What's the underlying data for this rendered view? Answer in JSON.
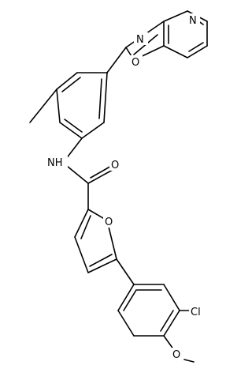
{
  "structure": {
    "atom_labels": {
      "n_pyridine": "N",
      "n_oxazole": "N",
      "o_oxazole": "O",
      "nh_amide": "NH",
      "o_carbonyl": "O",
      "o_furan": "O",
      "cl": "Cl",
      "o_methoxy": "O"
    }
  }
}
